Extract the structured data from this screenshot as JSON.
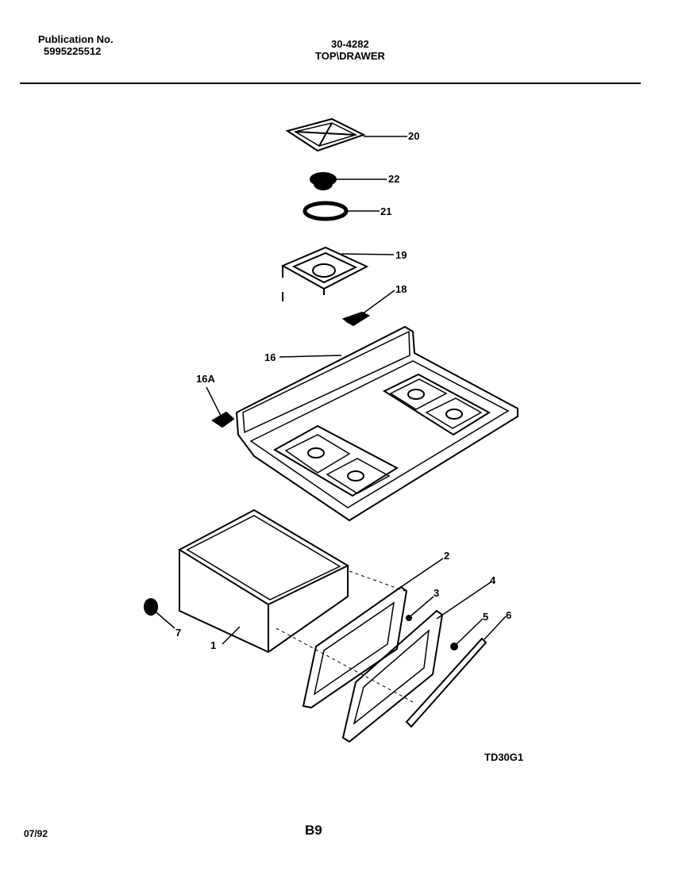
{
  "header": {
    "publication_label": "Publication No.",
    "publication_number": "5995225512",
    "model": "30-4282",
    "section_title": "TOP\\DRAWER"
  },
  "callouts": {
    "c20": "20",
    "c22": "22",
    "c21": "21",
    "c19": "19",
    "c18": "18",
    "c16": "16",
    "c16a": "16A",
    "c1": "1",
    "c2": "2",
    "c3": "3",
    "c4": "4",
    "c5": "5",
    "c6": "6",
    "c7": "7"
  },
  "diagram_code": "TD30G1",
  "footer": {
    "date": "07/92",
    "page": "B9"
  }
}
